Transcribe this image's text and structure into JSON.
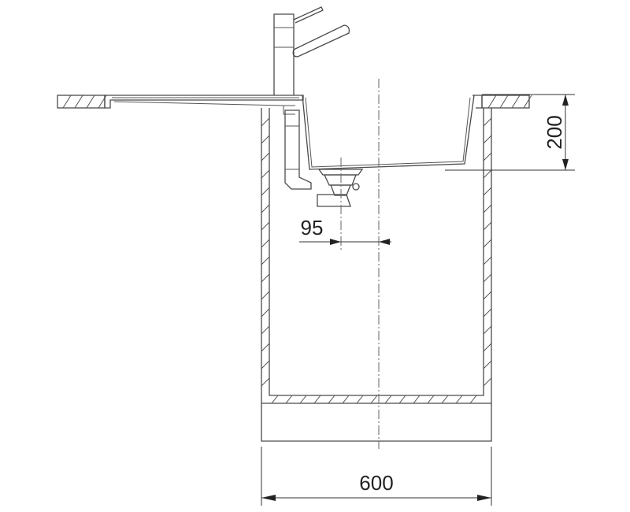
{
  "diagram": {
    "dimensions": {
      "bowl_depth": "200",
      "drain_offset": "95",
      "cabinet_width": "600"
    },
    "colors": {
      "line": "#4a4a4a",
      "background": "#ffffff"
    }
  }
}
